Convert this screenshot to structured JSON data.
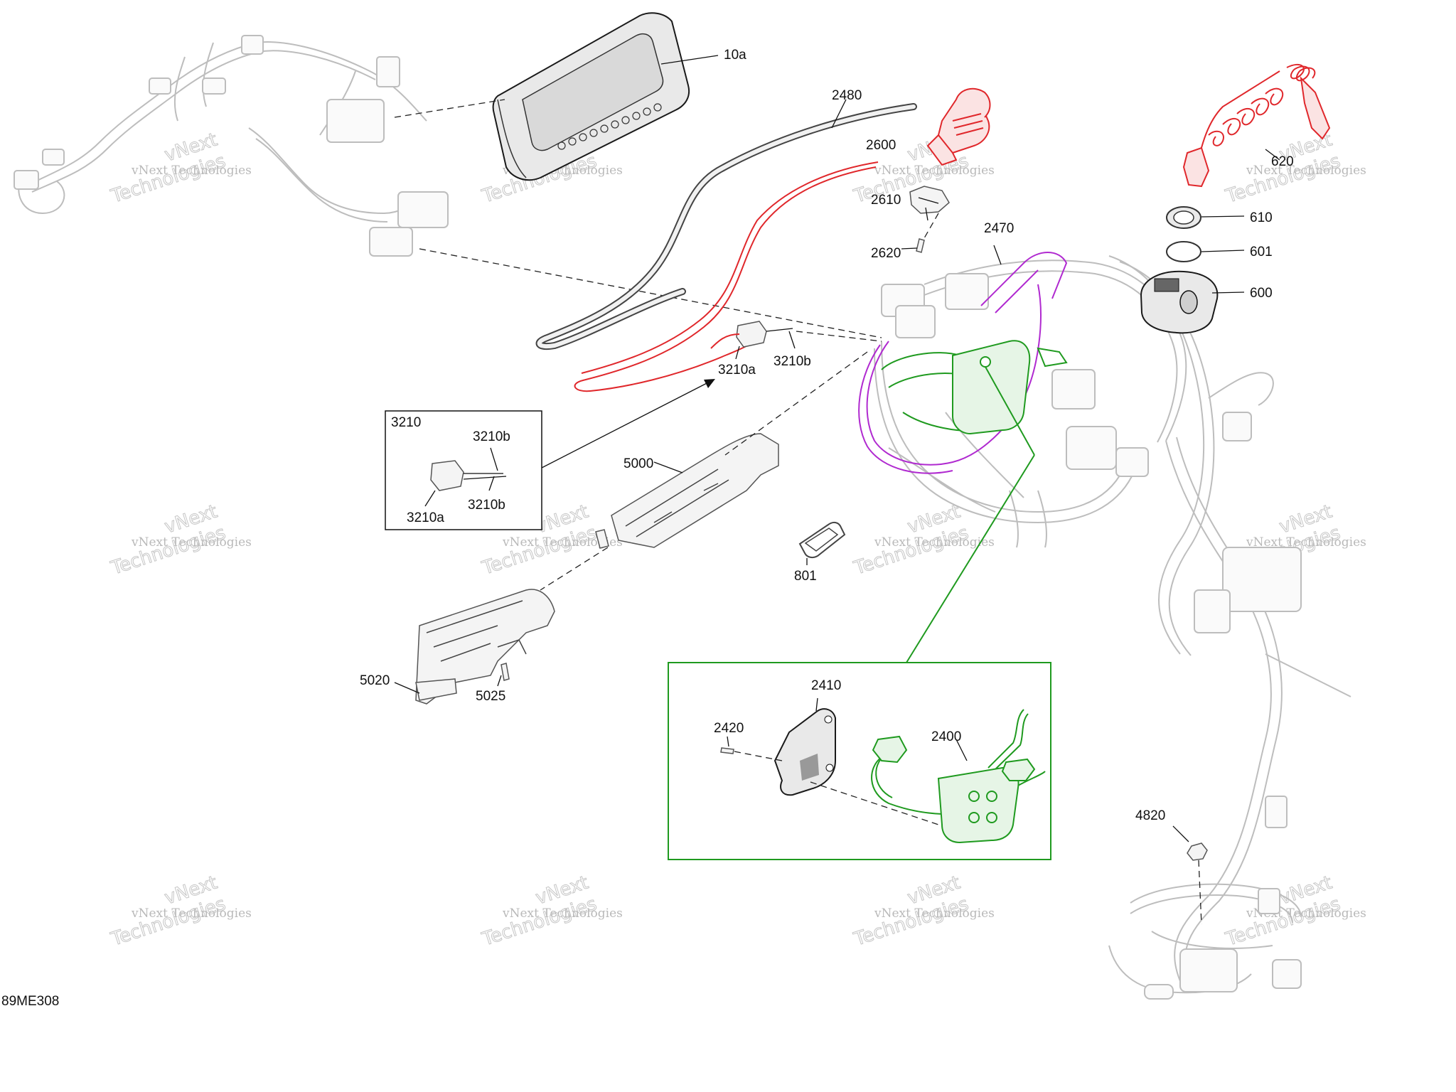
{
  "diagram_id": "89ME308",
  "watermark": {
    "line1": "vNext Technologies",
    "line2": "vNext",
    "line3": "Technologies"
  },
  "callouts": {
    "c10a": "10a",
    "c2480": "2480",
    "c2600": "2600",
    "c2610": "2610",
    "c2620": "2620",
    "c2470": "2470",
    "c620": "620",
    "c610": "610",
    "c601": "601",
    "c600": "600",
    "c3210a": "3210a",
    "c3210b": "3210b",
    "c3210box": "3210",
    "c3210b_box1": "3210b",
    "c3210a_box": "3210a",
    "c3210b_box2": "3210b",
    "c5000": "5000",
    "c801": "801",
    "c5020": "5020",
    "c5025": "5025",
    "c2410": "2410",
    "c2420": "2420",
    "c2400": "2400",
    "c4820": "4820"
  },
  "colors": {
    "highlight_red": "#e0272b",
    "highlight_green": "#1f9a1f",
    "highlight_purple": "#b02ad0",
    "line": "#111111",
    "ghost": "#bdbdbd"
  }
}
